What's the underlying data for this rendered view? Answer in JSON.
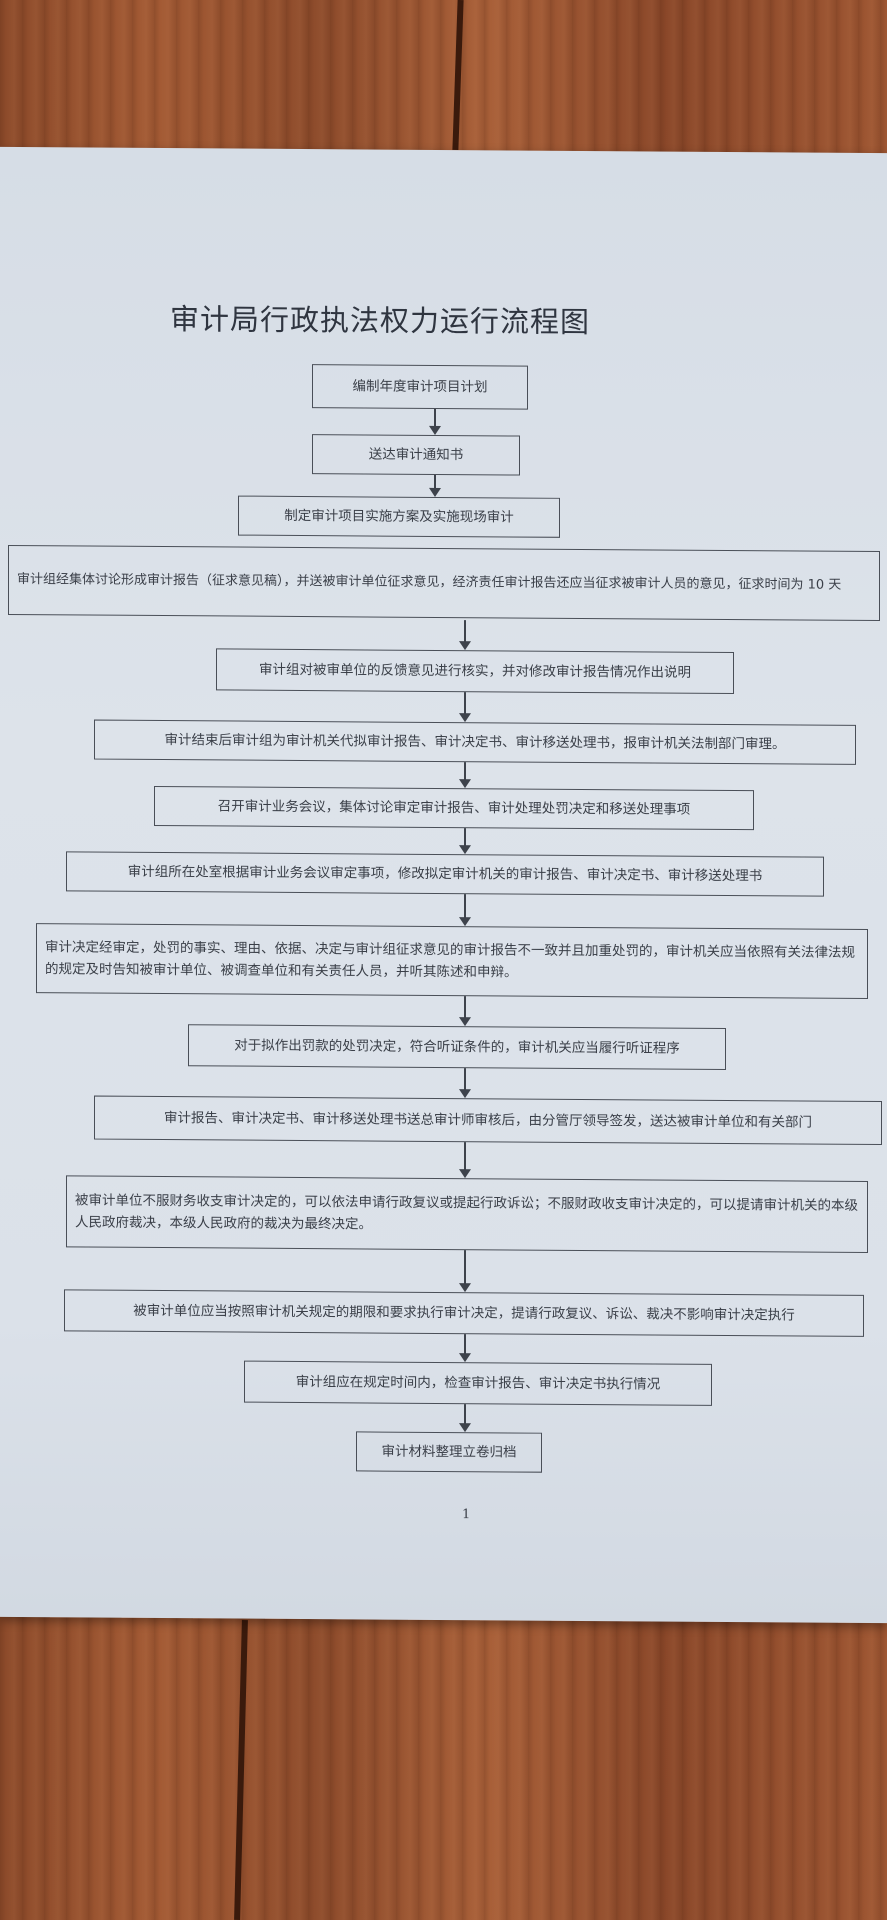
{
  "document": {
    "title": "审计局行政执法权力运行流程图",
    "page_number": "1"
  },
  "steps": [
    {
      "id": 1,
      "text": "编制年度审计项目计划"
    },
    {
      "id": 2,
      "text": "送达审计通知书"
    },
    {
      "id": 3,
      "text": "制定审计项目实施方案及实施现场审计"
    },
    {
      "id": 4,
      "text": "审计组经集体讨论形成审计报告（征求意见稿），并送被审计单位征求意见，经济责任审计报告还应当征求被审计人员的意见，征求时间为 10 天"
    },
    {
      "id": 5,
      "text": "审计组对被审单位的反馈意见进行核实，并对修改审计报告情况作出说明"
    },
    {
      "id": 6,
      "text": "审计结束后审计组为审计机关代拟审计报告、审计决定书、审计移送处理书，报审计机关法制部门审理。"
    },
    {
      "id": 7,
      "text": "召开审计业务会议，集体讨论审定审计报告、审计处理处罚决定和移送处理事项"
    },
    {
      "id": 8,
      "text": "审计组所在处室根据审计业务会议审定事项，修改拟定审计机关的审计报告、审计决定书、审计移送处理书"
    },
    {
      "id": 9,
      "text": "审计决定经审定，处罚的事实、理由、依据、决定与审计组征求意见的审计报告不一致并且加重处罚的，审计机关应当依照有关法律法规的规定及时告知被审计单位、被调查单位和有关责任人员，并听其陈述和申辩。"
    },
    {
      "id": 10,
      "text": "对于拟作出罚款的处罚决定，符合听证条件的，审计机关应当履行听证程序"
    },
    {
      "id": 11,
      "text": "审计报告、审计决定书、审计移送处理书送总审计师审核后，由分管厅领导签发，送达被审计单位和有关部门"
    },
    {
      "id": 12,
      "text": "被审计单位不服财务收支审计决定的，可以依法申请行政复议或提起行政诉讼；不服财政收支审计决定的，可以提请审计机关的本级人民政府裁决，本级人民政府的裁决为最终决定。"
    },
    {
      "id": 13,
      "text": "被审计单位应当按照审计机关规定的期限和要求执行审计决定，提请行政复议、诉讼、裁决不影响审计决定执行"
    },
    {
      "id": 14,
      "text": "审计组应在规定时间内，检查审计报告、审计决定书执行情况"
    },
    {
      "id": 15,
      "text": "审计材料整理立卷归档"
    }
  ]
}
